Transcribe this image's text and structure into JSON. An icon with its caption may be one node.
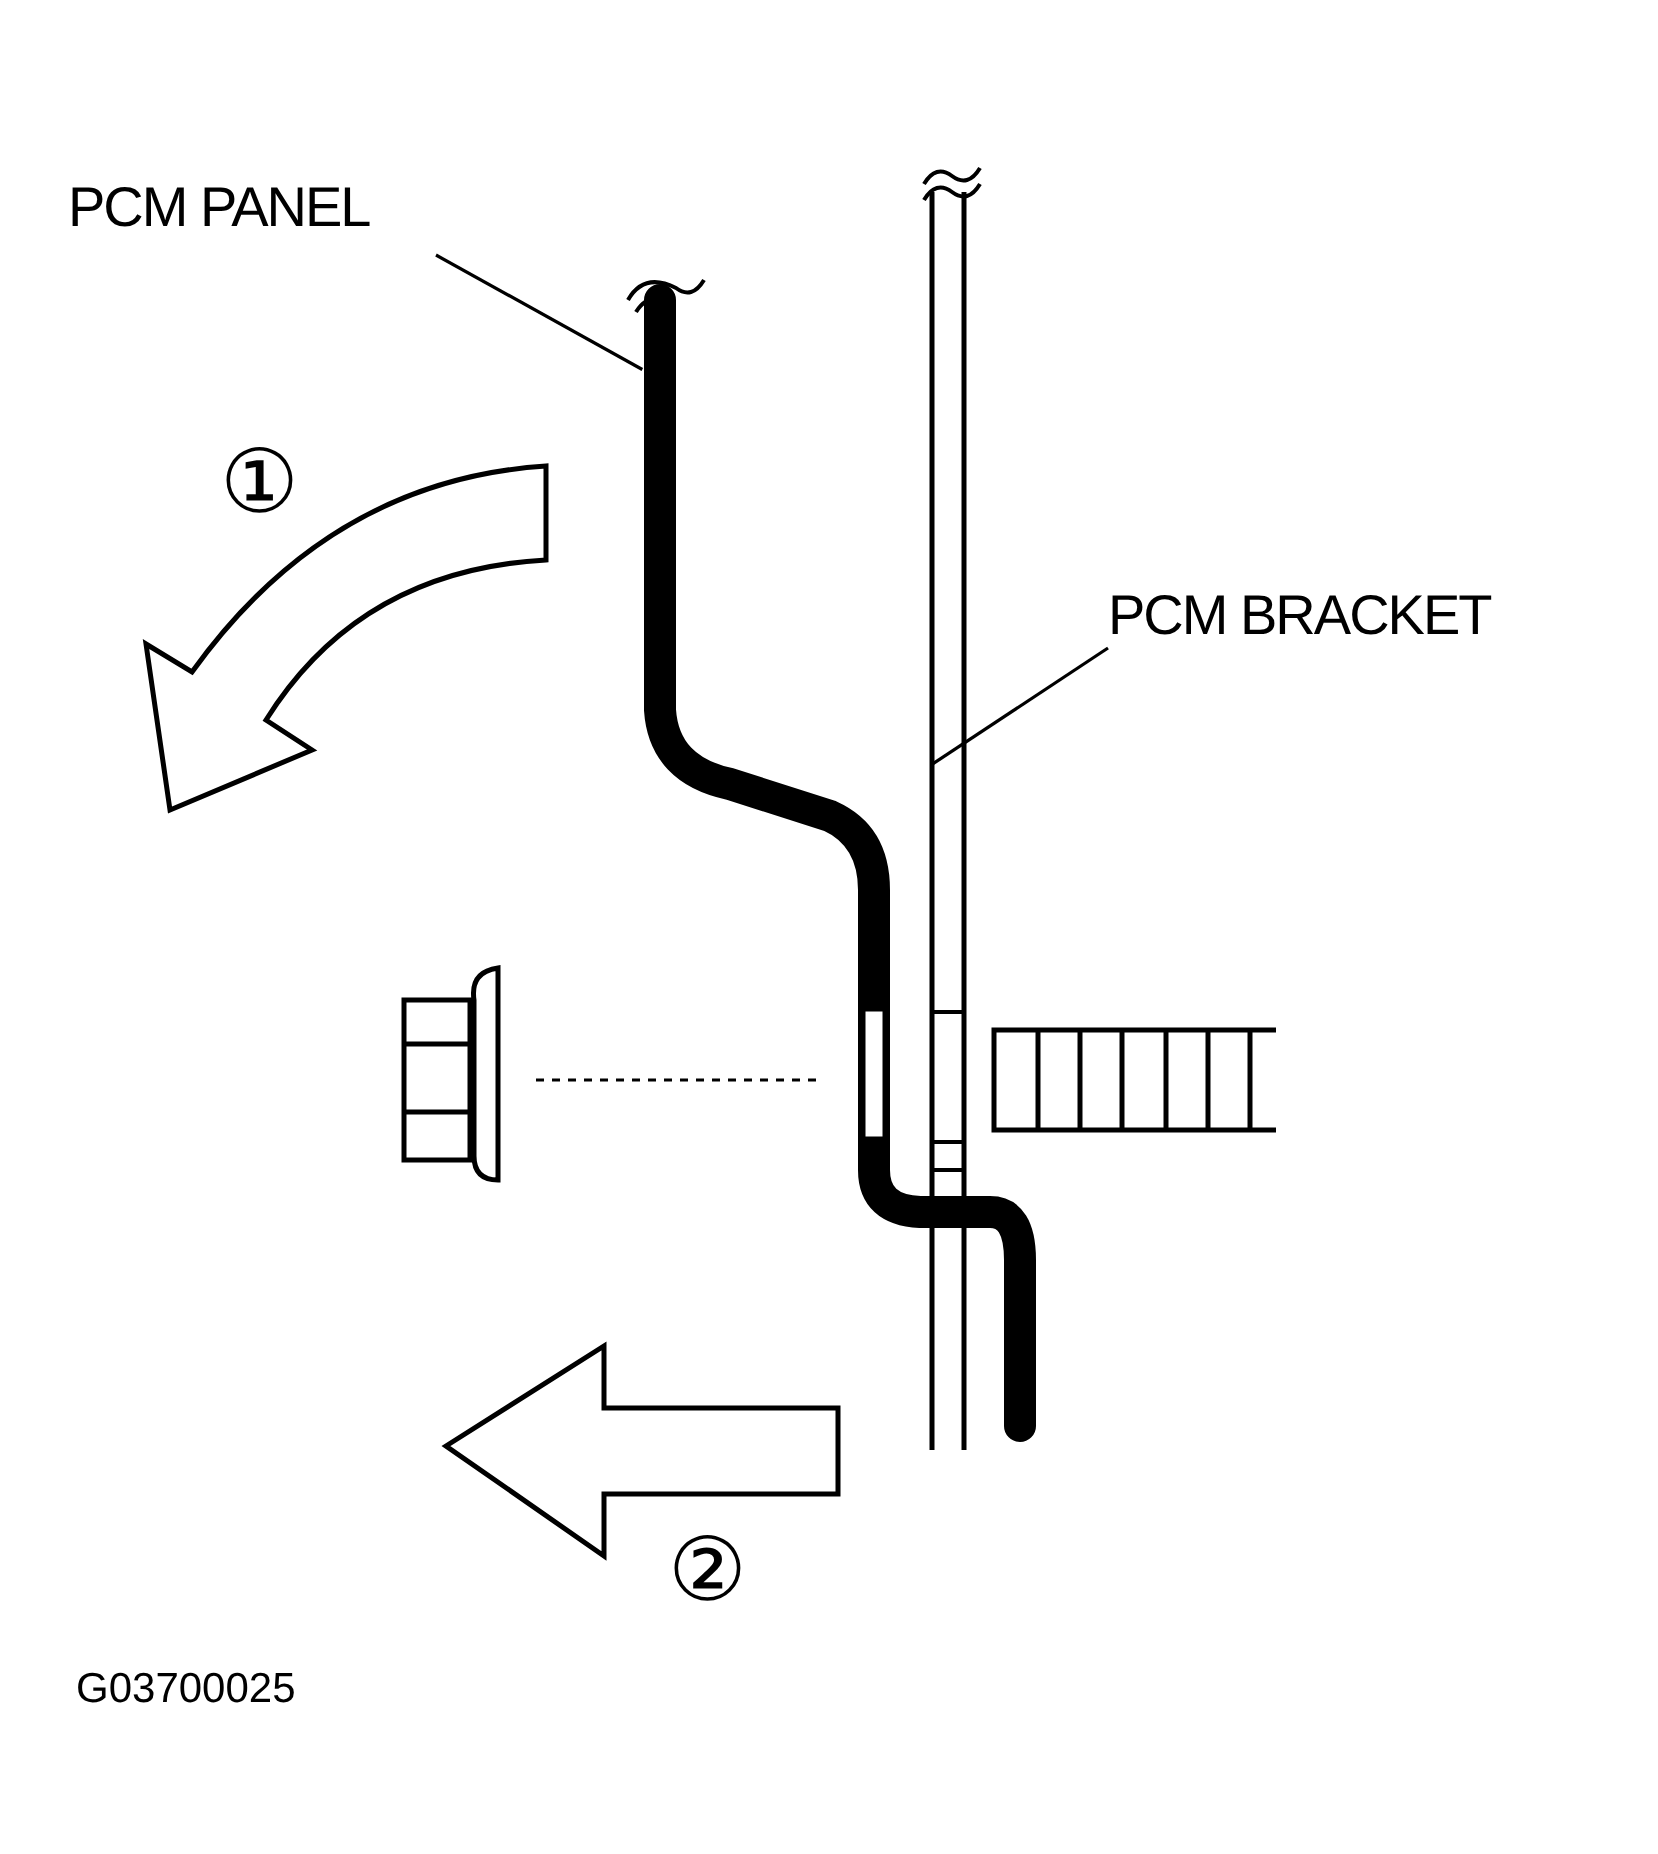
{
  "diagram": {
    "nodes": [
      {
        "text": [
          "PCM PANEL"
        ]
      },
      {
        "text": [],
        "shape": "bar"
      },
      {
        "text": [
          "PCM BRACKET"
        ]
      },
      {
        "text": [],
        "shape": "bar"
      }
    ],
    "edges": [
      {
        "from": 0,
        "to": 1,
        "arrow": "none"
      },
      {
        "from": 2,
        "to": 3,
        "arrow": "none"
      }
    ],
    "labels": [
      "①",
      "②",
      "G03700025"
    ]
  }
}
